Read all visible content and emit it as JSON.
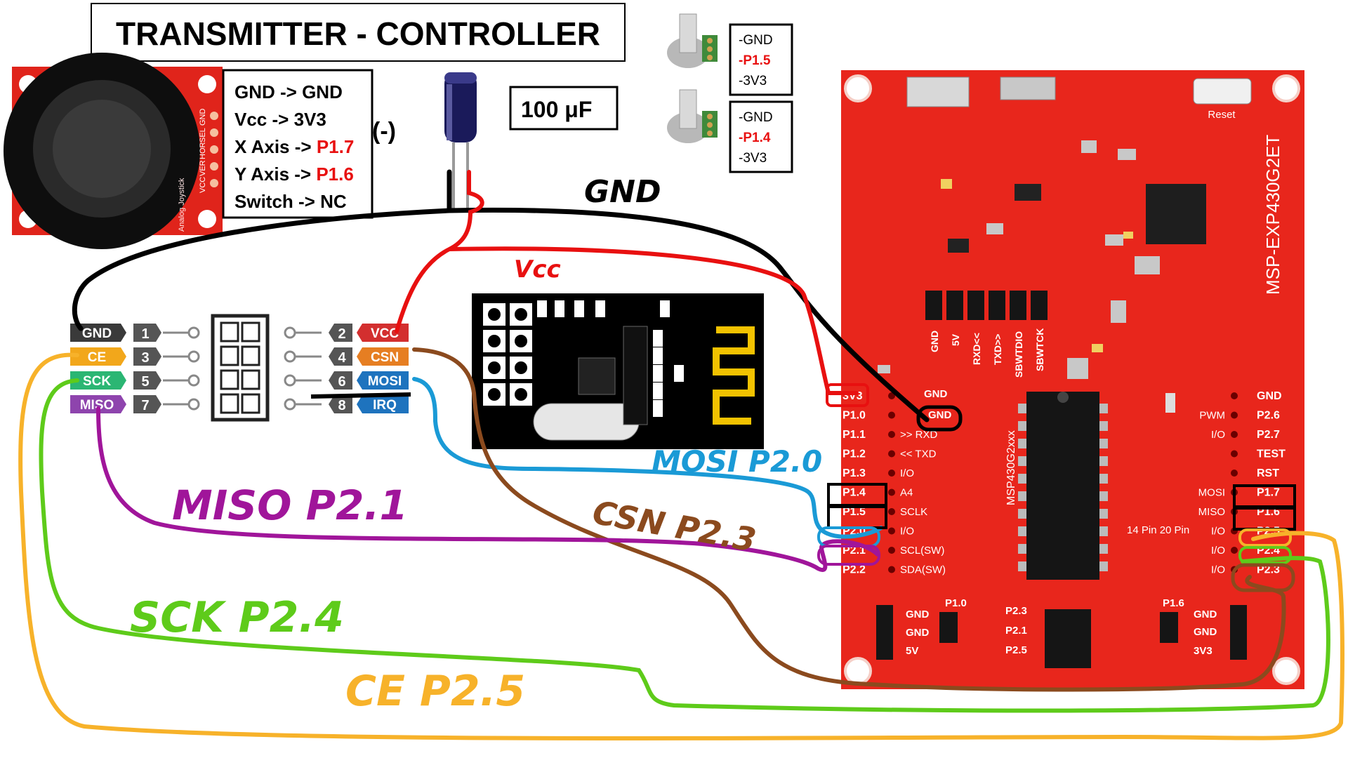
{
  "title": "TRANSMITTER - CONTROLLER",
  "joystick_pins": [
    "GND",
    "SEL",
    "HOR",
    "VER",
    "VCC"
  ],
  "joystick_board_text": "Analog Joystick",
  "joystick_box": {
    "lines": [
      {
        "label": "GND -> ",
        "value": "GND",
        "highlight": false
      },
      {
        "label": "Vcc -> ",
        "value": "3V3",
        "highlight": false
      },
      {
        "label": "X Axis -> ",
        "value": "P1.7",
        "highlight": true
      },
      {
        "label": "Y Axis -> ",
        "value": "P1.6",
        "highlight": true
      },
      {
        "label": "Switch -> ",
        "value": "NC",
        "highlight": false
      }
    ]
  },
  "capacitor": {
    "polarity": "(-)",
    "value": "100 μF"
  },
  "pot1_box": [
    "-GND",
    "-P1.5",
    "-3V3"
  ],
  "pot2_box": [
    "-GND",
    "-P1.4",
    "-3V3"
  ],
  "nrf_left_pins": [
    {
      "label": "GND",
      "num": "1",
      "color": "#3a3a3a"
    },
    {
      "label": "CE",
      "num": "3",
      "color": "#f2a71b"
    },
    {
      "label": "SCK",
      "num": "5",
      "color": "#2bb673"
    },
    {
      "label": "MISO",
      "num": "7",
      "color": "#8e44ad"
    }
  ],
  "nrf_right_pins": [
    {
      "label": "VCC",
      "num": "2",
      "color": "#d32f2f"
    },
    {
      "label": "CSN",
      "num": "4",
      "color": "#e67e22"
    },
    {
      "label": "MOSI",
      "num": "6",
      "color": "#1e73be"
    },
    {
      "label": "IRQ",
      "num": "8",
      "color": "#1e73be"
    }
  ],
  "wire_labels": {
    "gnd": "GND",
    "vcc": "Vcc",
    "mosi": "MOSI P2.0",
    "miso": "MISO P2.1",
    "csn": "CSN P2.3",
    "sck": "SCK P2.4",
    "ce": "CE P2.5"
  },
  "wire_colors": {
    "gnd": "#000000",
    "vcc": "#e81010",
    "mosi": "#1a9ad6",
    "miso": "#a0159a",
    "csn": "#8b4a1e",
    "sck": "#5ecb1a",
    "ce": "#f7b22a"
  },
  "launchpad": {
    "board_name": "MSP-EXP430G2ET",
    "chip_label": "MSP430G2xxx",
    "reset_label": "Reset",
    "left_header": [
      "3V3",
      "P1.0",
      "P1.1",
      "P1.2",
      "P1.3",
      "P1.4",
      "P1.5",
      "P2.0",
      "P2.1",
      "P2.2"
    ],
    "left_functions": [
      "",
      "",
      ">> RXD",
      "<< TXD",
      "I/O",
      "A4",
      "SCLK",
      "I/O",
      "SCL(SW)",
      "SDA(SW)"
    ],
    "right_header": [
      "GND",
      "P2.6",
      "P2.7",
      "TEST",
      "RST",
      "P1.7",
      "P1.6",
      "P2.5",
      "P2.4",
      "P2.3"
    ],
    "right_functions": [
      "",
      "PWM",
      "I/O",
      "",
      "",
      "MOSI",
      "MISO",
      "I/O",
      "I/O",
      "I/O"
    ],
    "jumper_labels": [
      "GND",
      "5V",
      "RXD<<",
      "TXD>>",
      "SBWTDIO",
      "SBWTCK"
    ],
    "pin_note": "14 Pin 20 Pin",
    "bottom_labels": [
      "P1.0",
      "P2.3",
      "P2.1",
      "P2.5",
      "P1.6",
      "GND",
      "GND",
      "3V3",
      "5V"
    ],
    "pwr_5v": "5V",
    "pwr_gnd": "GND"
  }
}
